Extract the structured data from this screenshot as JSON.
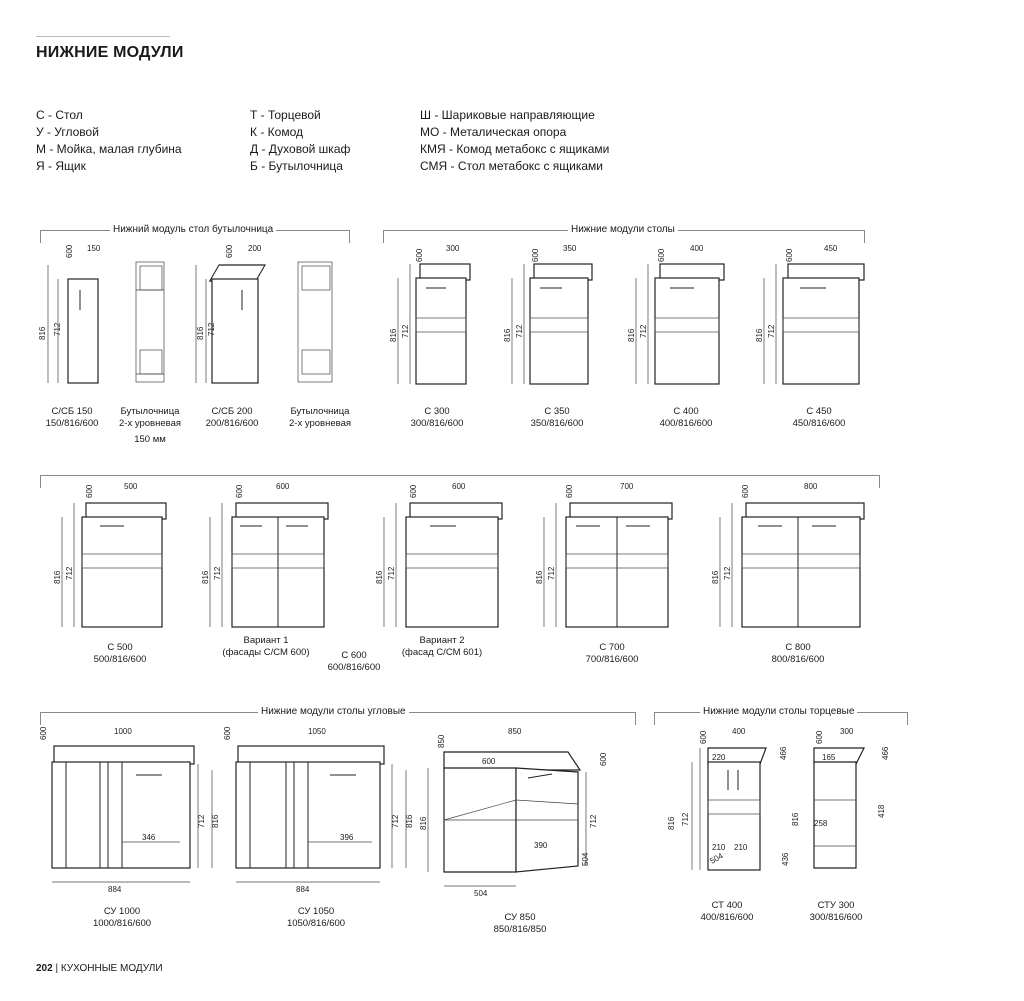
{
  "header": {
    "title": "НИЖНИЕ МОДУЛИ"
  },
  "legend": {
    "col1": [
      "С - Стол",
      "У - Угловой",
      "М - Мойка, малая глубина",
      "Я - Ящик"
    ],
    "col2": [
      "Т - Торцевой",
      "К - Комод",
      "Д - Духовой шкаф",
      "Б - Бутылочница"
    ],
    "col3": [
      "Ш - Шариковые направляющие",
      "МО - Металическая опора",
      "КМЯ - Комод метабокс с ящиками",
      "СМЯ - Стол метабокс с ящиками"
    ]
  },
  "sections": {
    "bottle": "Нижний модуль стол бутылочница",
    "tables": "Нижние модули столы",
    "corner": "Нижние модули столы угловые",
    "end": "Нижние модули столы торцевые"
  },
  "row1": [
    {
      "name": "С/СБ 150",
      "size": "150/816/600",
      "w": "150",
      "d": "600",
      "h": "816",
      "ih": "712"
    },
    {
      "name": "Бутылочница",
      "size": "2-х уровневая",
      "extra": "150 мм"
    },
    {
      "name": "С/СБ 200",
      "size": "200/816/600",
      "w": "200",
      "d": "600",
      "h": "816",
      "ih": "712"
    },
    {
      "name": "Бутылочница",
      "size": "2-х уровневая"
    },
    {
      "name": "С 300",
      "size": "300/816/600",
      "w": "300",
      "d": "600",
      "h": "816",
      "ih": "712"
    },
    {
      "name": "С 350",
      "size": "350/816/600",
      "w": "350",
      "d": "600",
      "h": "816",
      "ih": "712"
    },
    {
      "name": "С 400",
      "size": "400/816/600",
      "w": "400",
      "d": "600",
      "h": "816",
      "ih": "712"
    },
    {
      "name": "С 450",
      "size": "450/816/600",
      "w": "450",
      "d": "600",
      "h": "816",
      "ih": "712"
    }
  ],
  "row2": [
    {
      "name": "С 500",
      "size": "500/816/600",
      "w": "500",
      "d": "600",
      "h": "816",
      "ih": "712"
    },
    {
      "name": "Вариант 1",
      "size": "(фасады С/СМ 600)",
      "w": "600",
      "d": "600",
      "h": "816",
      "ih": "712"
    },
    {
      "name": "С 600",
      "size": "600/816/600"
    },
    {
      "name": "Вариант 2",
      "size": "(фасад С/СМ 601)",
      "w": "600",
      "d": "600",
      "h": "816",
      "ih": "712"
    },
    {
      "name": "С 700",
      "size": "700/816/600",
      "w": "700",
      "d": "600",
      "h": "816",
      "ih": "712"
    },
    {
      "name": "С 800",
      "size": "800/816/600",
      "w": "800",
      "d": "600",
      "h": "816",
      "ih": "712"
    }
  ],
  "row3": [
    {
      "name": "СУ 1000",
      "size": "1000/816/600",
      "w": "1000",
      "d": "600",
      "inner": "346",
      "bottom": "884",
      "h": "816",
      "ih": "712"
    },
    {
      "name": "СУ 1050",
      "size": "1050/816/600",
      "w": "1050",
      "d": "600",
      "inner": "396",
      "bottom": "884",
      "h": "816",
      "ih": "712"
    },
    {
      "name": "СУ 850",
      "size": "850/816/850",
      "w": "850",
      "d": "850",
      "d2": "600",
      "inner": "600",
      "mid": "390",
      "bottom": "504",
      "side": "504",
      "h": "816",
      "ih": "712",
      "sd": "600"
    },
    {
      "name": "СТ 400",
      "size": "400/816/600",
      "w": "400",
      "d": "600",
      "inner": "220",
      "a": "210",
      "b": "210",
      "c": "504",
      "e": "466",
      "f": "436",
      "h": "816",
      "ih": "712"
    },
    {
      "name": "СТУ 300",
      "size": "300/816/600",
      "w": "300",
      "d": "600",
      "inner": "165",
      "m": "258",
      "e": "466",
      "f": "418",
      "h": "816"
    }
  ],
  "footer": {
    "page": "202",
    "sep": "|",
    "text": "КУХОННЫЕ МОДУЛИ"
  }
}
